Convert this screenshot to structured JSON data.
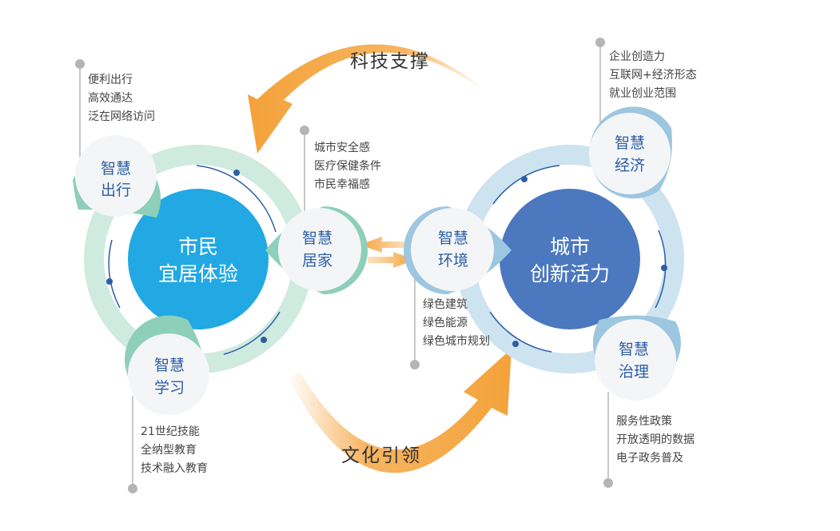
{
  "top_arrow": {
    "label": "科技支撑",
    "color": "#f4a23a"
  },
  "bottom_arrow": {
    "label": "文化引领",
    "color": "#f4a23a"
  },
  "left_hub": {
    "line1": "市民",
    "line2": "宜居体验",
    "color": "#22a8e3",
    "ring_color": "#cde9de"
  },
  "right_hub": {
    "line1": "城市",
    "line2": "创新活力",
    "color": "#4b78be",
    "ring_color": "#cfe3ef"
  },
  "petals": {
    "travel": {
      "line1": "智慧",
      "line2": "出行"
    },
    "home": {
      "line1": "智慧",
      "line2": "居家"
    },
    "learning": {
      "line1": "智慧",
      "line2": "学习"
    },
    "environment": {
      "line1": "智慧",
      "line2": "环境"
    },
    "economy": {
      "line1": "智慧",
      "line2": "经济"
    },
    "governance": {
      "line1": "智慧",
      "line2": "治理"
    }
  },
  "notes": {
    "travel": [
      "便利出行",
      "高效通达",
      "泛在网络访问"
    ],
    "home": [
      "城市安全感",
      "医疗保健条件",
      "市民幸福感"
    ],
    "learning": [
      "21世纪技能",
      "全纳型教育",
      "技术融入教育"
    ],
    "environment": [
      "绿色建筑",
      "绿色能源",
      "绿色城市规划"
    ],
    "economy": [
      "企业创造力",
      "互联网+经济形态",
      "就业创业范围"
    ],
    "governance": [
      "服务性政策",
      "开放透明的数据",
      "电子政务普及"
    ]
  }
}
